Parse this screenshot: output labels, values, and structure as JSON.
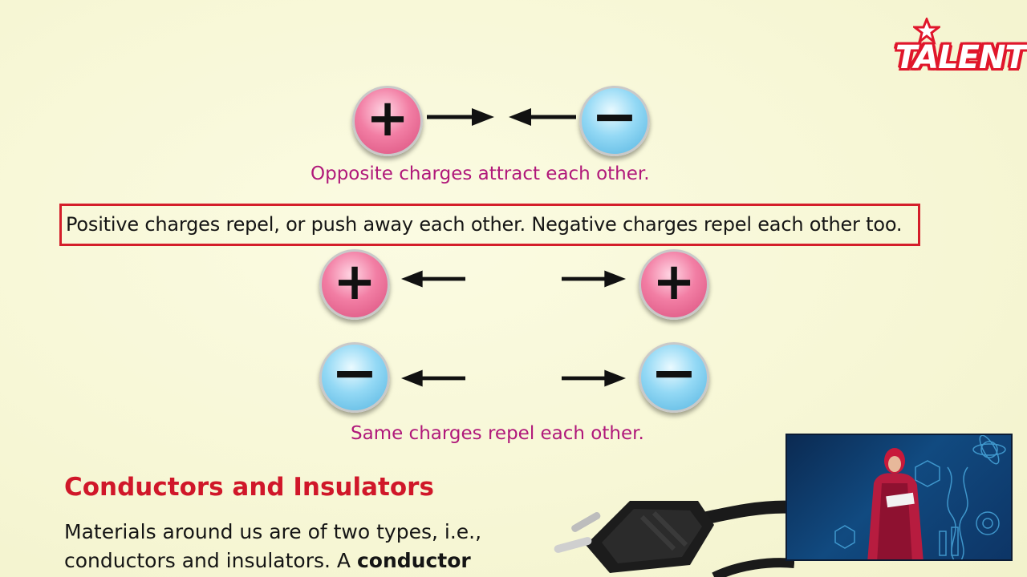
{
  "logo": {
    "text": "TALENT",
    "color": "#e0162b"
  },
  "attract": {
    "left_sign": "+",
    "right_sign": "−",
    "caption": "Opposite charges attract each other."
  },
  "highlight_text": "Positive charges repel, or push away each other. Negative charges repel each other too.",
  "repel": {
    "row1_left_sign": "+",
    "row1_right_sign": "+",
    "row2_left_sign": "−",
    "row2_right_sign": "−",
    "caption": "Same charges repel each other."
  },
  "section": {
    "heading": "Conductors and Insulators",
    "para_line1": "Materials around us are of two types, i.e.,",
    "para_line2_prefix": "conductors and insulators. A ",
    "para_line2_bold": "conductor"
  },
  "colors": {
    "caption": "#b0187a",
    "heading": "#d01729",
    "box_border": "#d41e2a",
    "positive": "#f27ea4",
    "negative": "#94d9f5"
  },
  "icons": [
    "talent-logo",
    "plus-charge-icon",
    "minus-charge-icon",
    "arrow-right-icon",
    "arrow-left-icon",
    "electric-plug-image",
    "presenter-video"
  ]
}
